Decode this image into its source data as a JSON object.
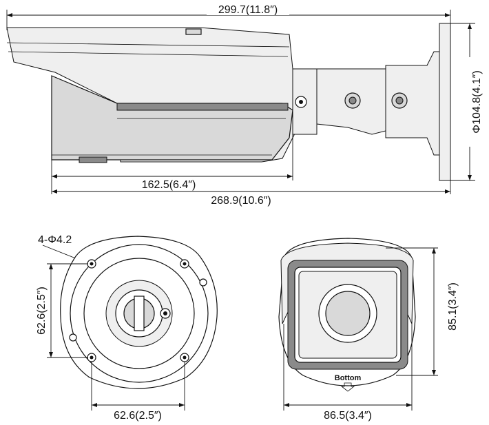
{
  "dimensions": {
    "total_length": "299.7(11.8″)",
    "body_length": "162.5(6.4″)",
    "overall_length": "268.9(10.6″)",
    "mount_diameter": "Φ104.8(4.1″)",
    "hole_spec": "4-Φ4.2",
    "hole_spacing_vertical": "62.6(2.5″)",
    "hole_spacing_horizontal": "62.6(2.5″)",
    "front_height": "85.1(3.4″)",
    "front_width": "86.5(3.4″)"
  },
  "labels": {
    "bottom_marking": "Bottom"
  }
}
